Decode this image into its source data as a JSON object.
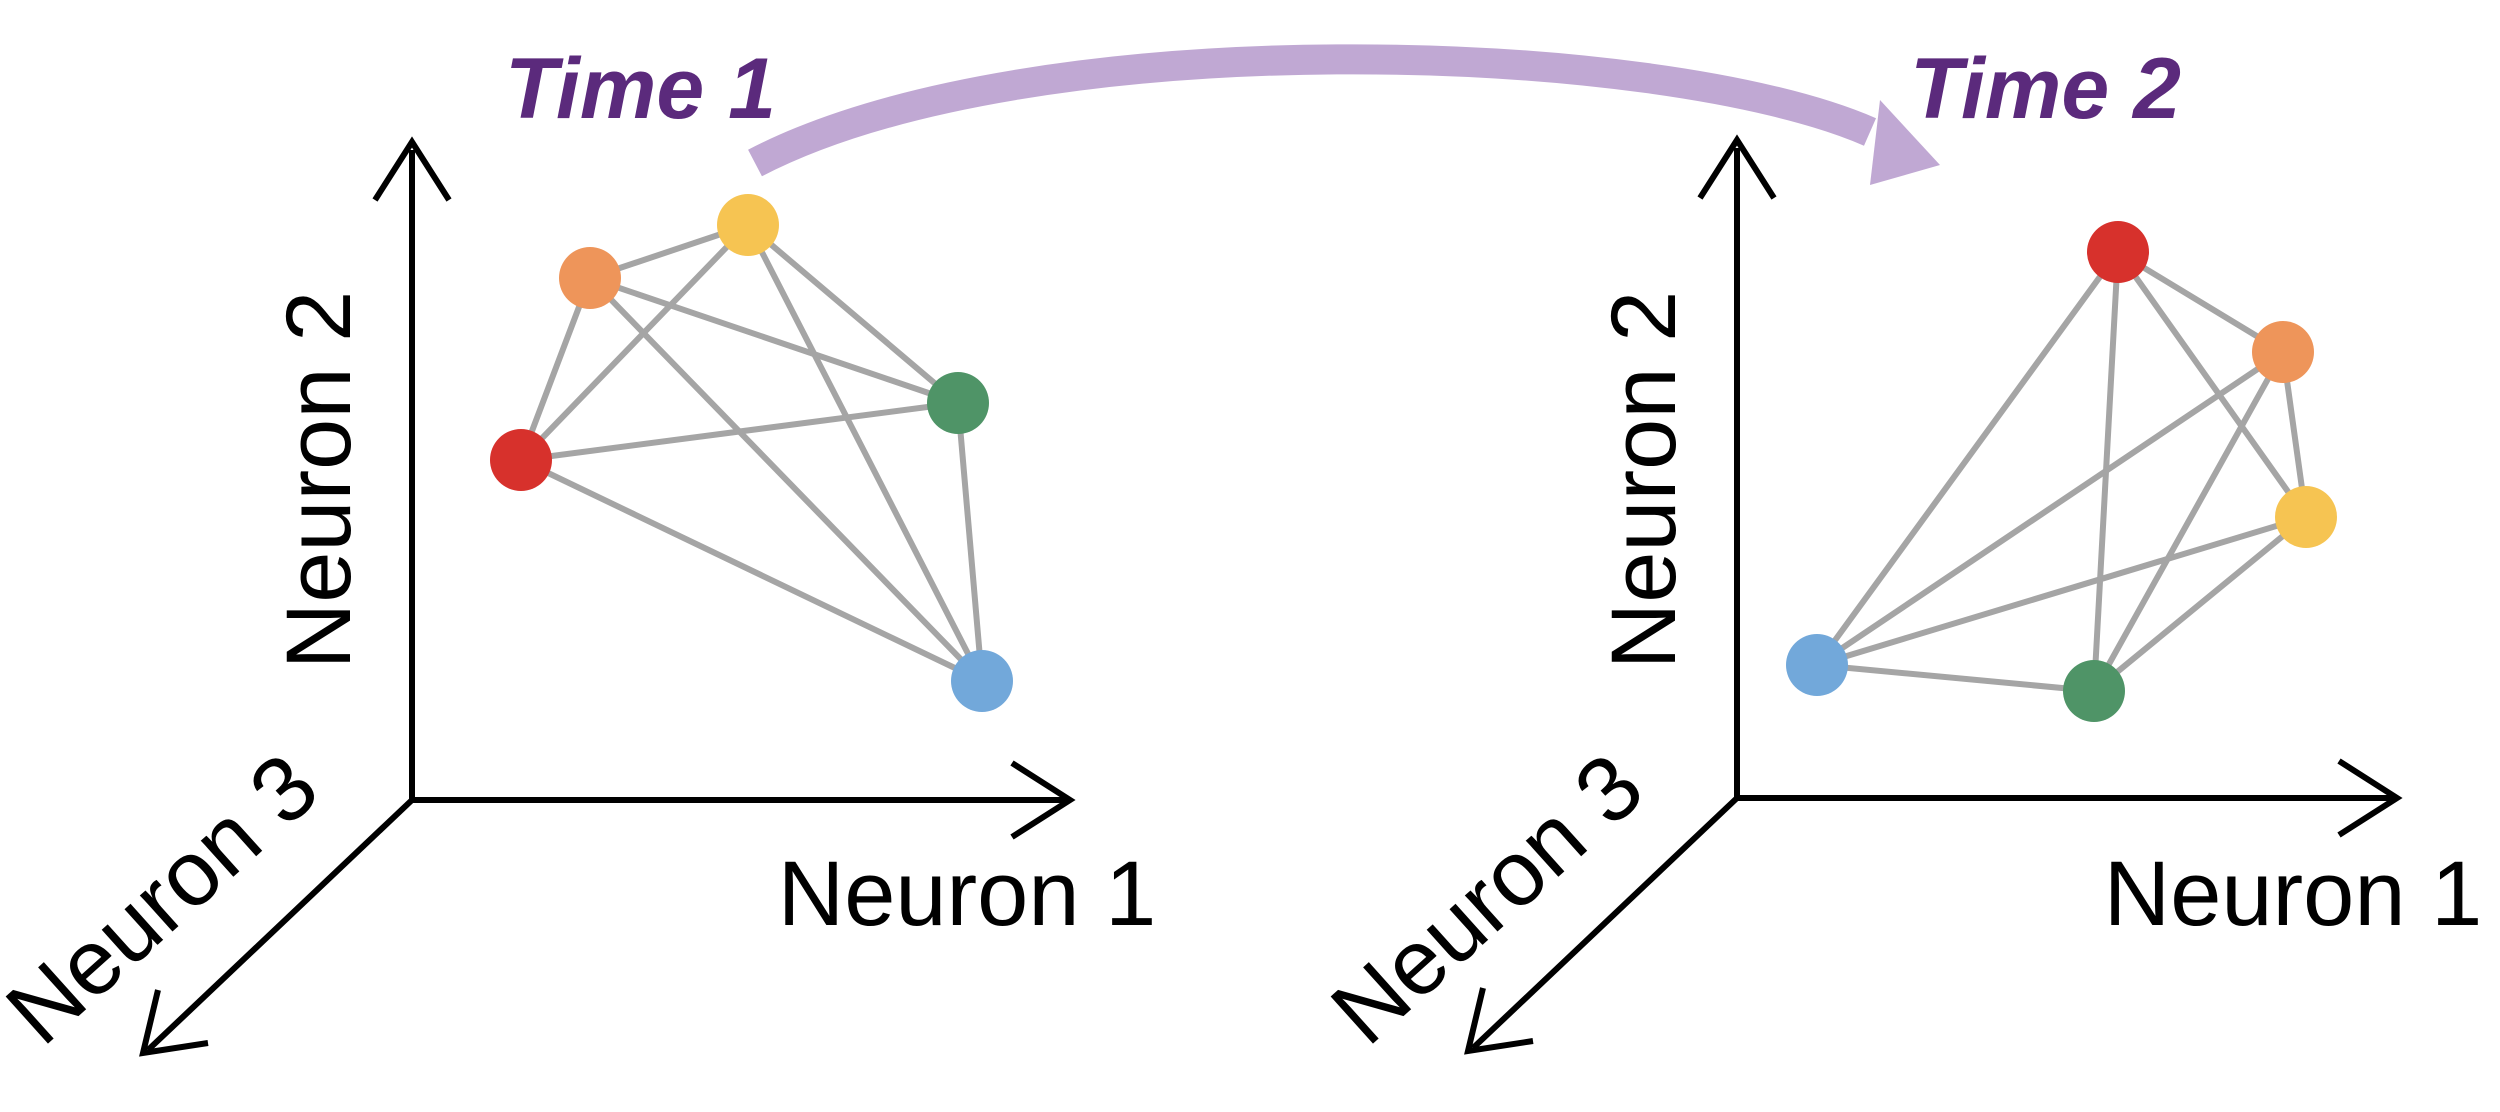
{
  "colors": {
    "red": "#d7312c",
    "orange": "#ee955a",
    "yellow": "#f6c452",
    "green": "#4f9467",
    "blue": "#72a8da",
    "edge": "#a5a5a5",
    "axis": "#000000",
    "time_label": "#5b2a7c",
    "transition_arrow": "#c0a8d3"
  },
  "panels": [
    {
      "time_label": "Time 1",
      "axes": {
        "x_label": "Neuron 1",
        "y_label": "Neuron 2",
        "z_label": "Neuron 3"
      },
      "nodes": [
        "orange",
        "yellow",
        "green",
        "red",
        "blue"
      ],
      "edges": [
        [
          "orange",
          "yellow"
        ],
        [
          "orange",
          "red"
        ],
        [
          "orange",
          "green"
        ],
        [
          "orange",
          "blue"
        ],
        [
          "yellow",
          "red"
        ],
        [
          "yellow",
          "green"
        ],
        [
          "yellow",
          "blue"
        ],
        [
          "red",
          "green"
        ],
        [
          "red",
          "blue"
        ],
        [
          "green",
          "blue"
        ]
      ]
    },
    {
      "time_label": "Time 2",
      "axes": {
        "x_label": "Neuron 1",
        "y_label": "Neuron 2",
        "z_label": "Neuron 3"
      },
      "nodes": [
        "red",
        "orange",
        "yellow",
        "blue",
        "green"
      ],
      "edges": [
        [
          "red",
          "orange"
        ],
        [
          "red",
          "yellow"
        ],
        [
          "red",
          "blue"
        ],
        [
          "red",
          "green"
        ],
        [
          "orange",
          "yellow"
        ],
        [
          "orange",
          "blue"
        ],
        [
          "orange",
          "green"
        ],
        [
          "yellow",
          "blue"
        ],
        [
          "yellow",
          "green"
        ],
        [
          "blue",
          "green"
        ]
      ]
    }
  ],
  "transition_arrow": "transition-arrow-icon"
}
